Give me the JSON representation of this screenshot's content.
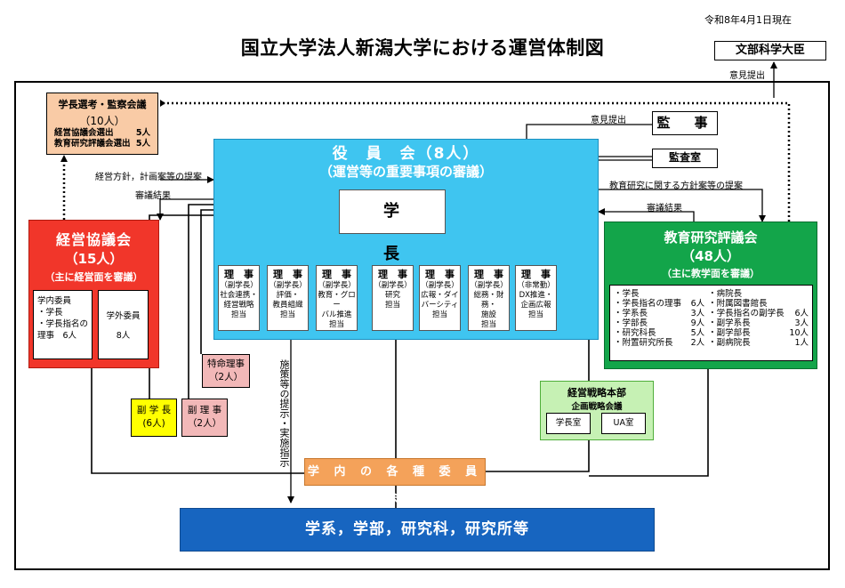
{
  "date": "令和8年4月1日現在",
  "title": "国立大学法人新潟大学における運営体制図",
  "minister": "文部科学大臣",
  "labels": {
    "opinion_to_minister": "意見提出",
    "opinion_from_auditor": "意見提出",
    "mgmt_proposal": "経営方針，計画案等の提案",
    "mgmt_result": "審議結果",
    "edu_proposal": "教育研究に関する方針案等の提案",
    "edu_result": "審議結果",
    "policy": "施策等の提示・実施指示"
  },
  "presidential_selection": {
    "title": "学長選考・監察会議",
    "count": "（10人）",
    "rows": [
      {
        "label": "経営協議会選出",
        "value": "5人"
      },
      {
        "label": "教育研究評議会選出",
        "value": "5人"
      }
    ]
  },
  "auditor": "監　事",
  "audit_office": "監査室",
  "board": {
    "title": "役　員　会（8人）",
    "subtitle": "（運営等の重要事項の審議）",
    "president": "学　長",
    "trustees": [
      {
        "h": "理　事",
        "s1": "（副学長）",
        "s2": "社会連携・",
        "s3": "経営戦略",
        "s4": "担当"
      },
      {
        "h": "理　事",
        "s1": "（副学長）",
        "s2": "評価・",
        "s3": "教員組織",
        "s4": "担当"
      },
      {
        "h": "理　事",
        "s1": "（副学長）",
        "s2": "教育・グロー",
        "s3": "バル推進",
        "s4": "担当"
      },
      {
        "h": "理　事",
        "s1": "（副学長）",
        "s2": "研究",
        "s3": "担当",
        "s4": ""
      },
      {
        "h": "理　事",
        "s1": "（副学長）",
        "s2": "広報・ダイ",
        "s3": "バーシティ",
        "s4": "担当"
      },
      {
        "h": "理　事",
        "s1": "（副学長）",
        "s2": "総務・財務・",
        "s3": "施設",
        "s4": "担当"
      },
      {
        "h": "理　事",
        "s1": "（非常勤）",
        "s2": "DX推進・",
        "s3": "企画広報",
        "s4": "担当"
      }
    ]
  },
  "management_council": {
    "title": "経営協議会",
    "count": "（15人）",
    "subtitle": "（主に経営面を審議）",
    "internal": {
      "l1": "学内委員",
      "l2": "・学長",
      "l3": "・学長指名の",
      "l4": "理事　6人"
    },
    "external": {
      "l1": "学外委員",
      "l2": "8人"
    }
  },
  "education_council": {
    "title": "教育研究評議会",
    "count": "（48人）",
    "subtitle": "（主に教学面を審議）",
    "col1": [
      {
        "label": "・学長",
        "value": ""
      },
      {
        "label": "・学長指名の理事",
        "value": "6人"
      },
      {
        "label": "・学系長",
        "value": "3人"
      },
      {
        "label": "・学部長",
        "value": "9人"
      },
      {
        "label": "・研究科長",
        "value": "5人"
      },
      {
        "label": "・附置研究所長",
        "value": "2人"
      }
    ],
    "col2": [
      {
        "label": "・病院長",
        "value": ""
      },
      {
        "label": "・附属図書館長",
        "value": ""
      },
      {
        "label": "・学長指名の副学長",
        "value": "6人"
      },
      {
        "label": "・副学系長",
        "value": "3人"
      },
      {
        "label": "・副学部長",
        "value": "10人"
      },
      {
        "label": "・副病院長",
        "value": "1人"
      }
    ]
  },
  "special_trustee": {
    "l1": "特命理事",
    "l2": "（2人）"
  },
  "vice_president": {
    "l1": "副 学 長",
    "l2": "(6人)"
  },
  "vice_trustee": {
    "l1": "副 理 事",
    "l2": "（2人）"
  },
  "strategy": {
    "title": "経営戦略本部",
    "subtitle": "企画戦略会議",
    "box1": "学長室",
    "box2": "UA室"
  },
  "committees": "学 内 の 各 種 委 員 会",
  "faculties": "学系，学部，研究科，研究所等"
}
